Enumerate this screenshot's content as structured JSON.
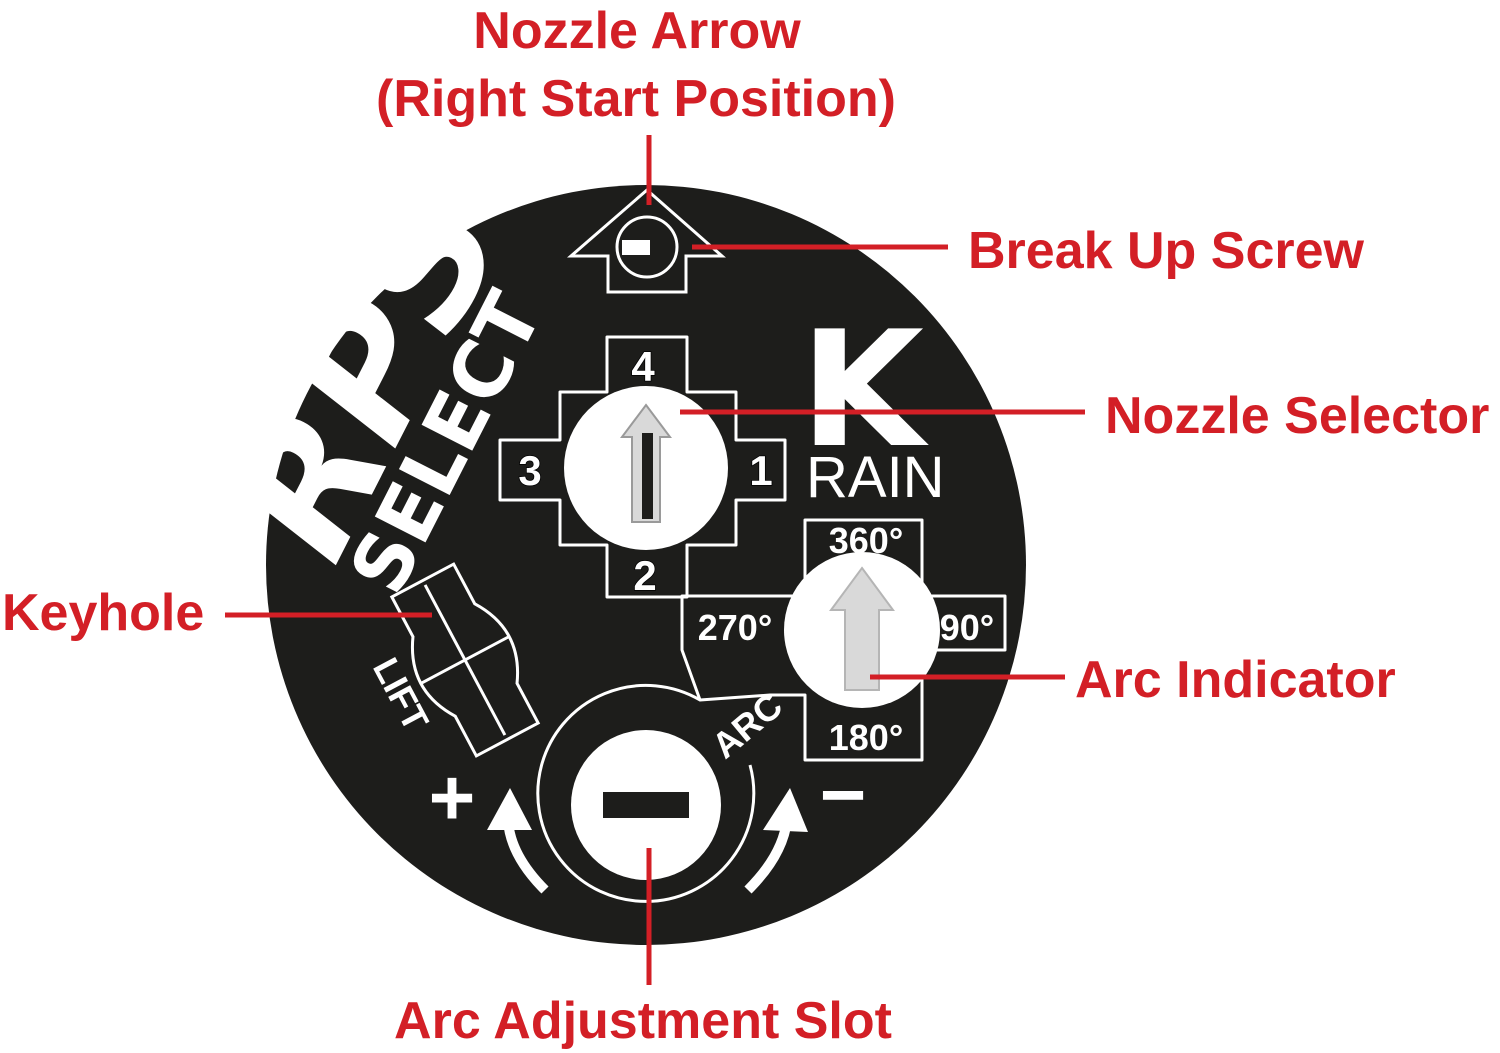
{
  "colors": {
    "callout": "#d31f26",
    "disc": "#1d1d1b",
    "marking": "#ffffff",
    "indicator": "#d9d9d9"
  },
  "callouts": {
    "nozzle_arrow_line1": "Nozzle Arrow",
    "nozzle_arrow_line2": "(Right Start Position)",
    "break_up_screw": "Break Up Screw",
    "nozzle_selector": "Nozzle Selector",
    "keyhole": "Keyhole",
    "arc_indicator": "Arc Indicator",
    "arc_adjustment_slot": "Arc Adjustment Slot"
  },
  "cap": {
    "brand_rps": "RPS",
    "brand_select": "SELECT",
    "brand_k": "K",
    "brand_rain": "RAIN",
    "lift": "LIFT",
    "arc": "ARC",
    "plus": "+",
    "minus": "−",
    "nozzle_positions": [
      "4",
      "1",
      "2",
      "3"
    ],
    "arc_positions": [
      "360°",
      "90°",
      "180°",
      "270°"
    ]
  },
  "icons": {
    "nozzle_arrow": "up-arrow-outline-icon",
    "break_up_screw": "slotted-screw-icon",
    "selector_arrow": "up-arrow-icon",
    "arc_arrow": "up-arrow-icon",
    "keyhole": "keyhole-icon",
    "arc_slot": "slotted-screw-icon",
    "increase_arrow": "curved-arrow-up-icon",
    "decrease_arrow": "curved-arrow-up-icon"
  }
}
